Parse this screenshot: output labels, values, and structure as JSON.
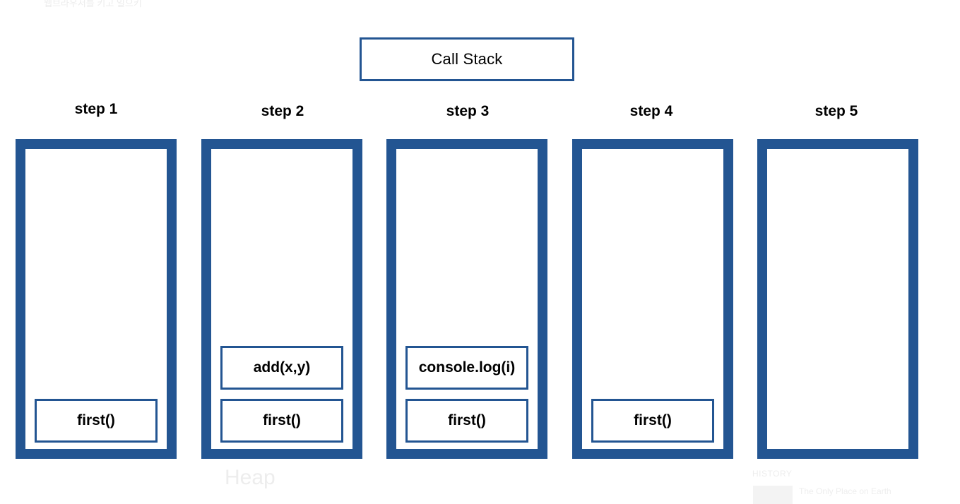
{
  "faint_header_text": "웹브라우저를 키고 일으키",
  "title": "Call Stack",
  "steps": [
    {
      "label": "step 1",
      "frames": [
        "first()"
      ]
    },
    {
      "label": "step 2",
      "frames": [
        "add(x,y)",
        "first()"
      ]
    },
    {
      "label": "step 3",
      "frames": [
        "console.log(i)",
        "first()"
      ]
    },
    {
      "label": "step 4",
      "frames": [
        "first()"
      ]
    },
    {
      "label": "step 5",
      "frames": []
    }
  ],
  "faint_heap_text": "Heap",
  "faint_history_heading": "HISTORY",
  "faint_history_item": "The Only Place on Earth",
  "colors": {
    "stack_border": "#235592",
    "text": "#000000",
    "background": "#ffffff"
  }
}
